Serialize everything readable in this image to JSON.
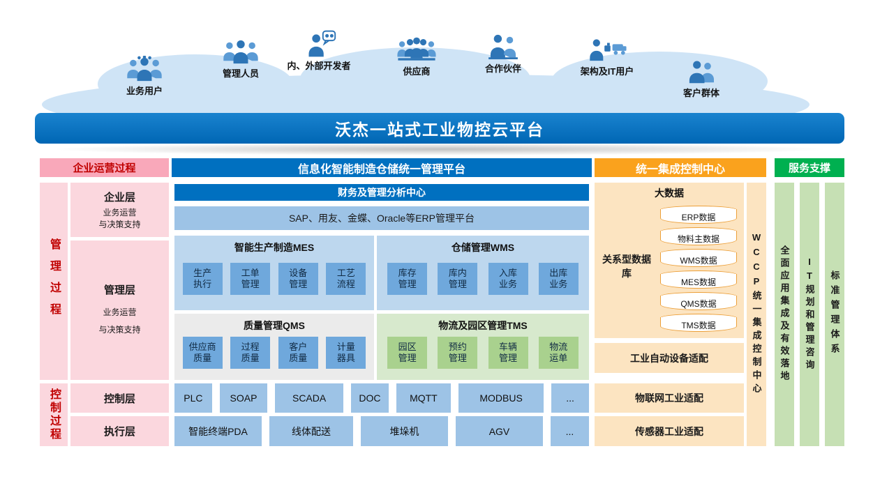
{
  "top": {
    "banner": "沃杰一站式工业物控云平台",
    "users": [
      {
        "label": "业务用户"
      },
      {
        "label": "管理人员"
      },
      {
        "label": "内、外部开发者"
      },
      {
        "label": "供应商"
      },
      {
        "label": "合作伙伴"
      },
      {
        "label": "架构及IT用户"
      },
      {
        "label": "客户群体"
      }
    ]
  },
  "headers": {
    "operation": "企业运营过程",
    "platform": "信息化智能制造仓储统一管理平台",
    "integration": "统一集成控制中心",
    "service": "服务支撑"
  },
  "rails": {
    "management_process": "管理过程",
    "control_process": "控制过程"
  },
  "layers": {
    "enterprise": {
      "title": "企业层",
      "desc": "业务运营\n与决策支持"
    },
    "management": {
      "title": "管理层",
      "desc": "业务运营\n与决策支持"
    },
    "control": {
      "title": "控制层"
    },
    "execution": {
      "title": "执行层"
    }
  },
  "platform": {
    "finance_center": "财务及管理分析中心",
    "erp_platforms": "SAP、用友、金蝶、Oracle等ERP管理平台",
    "mes": {
      "title": "智能生产制造MES",
      "items": [
        "生产\n执行",
        "工单\n管理",
        "设备\n管理",
        "工艺\n流程"
      ]
    },
    "wms": {
      "title": "仓储管理WMS",
      "items": [
        "库存\n管理",
        "库内\n管理",
        "入库\n业务",
        "出库\n业务"
      ]
    },
    "qms": {
      "title": "质量管理QMS",
      "items": [
        "供应商\n质量",
        "过程\n质量",
        "客户\n质量",
        "计量\n器具"
      ]
    },
    "tms": {
      "title": "物流及园区管理TMS",
      "items": [
        "园区\n管理",
        "预约\n管理",
        "车辆\n管理",
        "物流\n运单"
      ]
    },
    "control_row": [
      "PLC",
      "SOAP",
      "SCADA",
      "DOC",
      "MQTT",
      "MODBUS",
      "..."
    ],
    "execution_row": [
      "智能终端PDA",
      "线体配送",
      "堆垛机",
      "AGV",
      "..."
    ]
  },
  "integration": {
    "big_data": "大数据",
    "relational_db": "关系型数据库",
    "databases": [
      "ERP数据",
      "物料主数据",
      "WMS数据",
      "MES数据",
      "QMS数据",
      "TMS数据"
    ],
    "adapter_auto": "工业自动设备适配",
    "adapter_iot": "物联网工业适配",
    "adapter_sensor": "传感器工业适配",
    "wccp": "WCCP统一集成控制中心"
  },
  "service": {
    "bars": [
      "全面应用集成及有效落地",
      "IT规划和管理咨询",
      "标准管理体系"
    ]
  },
  "colors": {
    "banner_blue": "#0b6fbe",
    "header_pink": "#f9a8ba",
    "header_blue": "#0070c0",
    "header_orange": "#faa21d",
    "header_green": "#00b050",
    "pink_light": "#fbd7de",
    "red_text": "#c00000",
    "panel_blue": "#bdd7ee",
    "bar_blue": "#9dc3e6",
    "box_blue": "#6fa8dc",
    "qms_gray": "#ebebeb",
    "tms_green_bg": "#d7e9cd",
    "box_green": "#a9d18e",
    "orange_light": "#fce4c1",
    "cylinder_border": "#ec9f38",
    "service_green": "#c6e0b4",
    "people_blue": "#2e75b6"
  }
}
